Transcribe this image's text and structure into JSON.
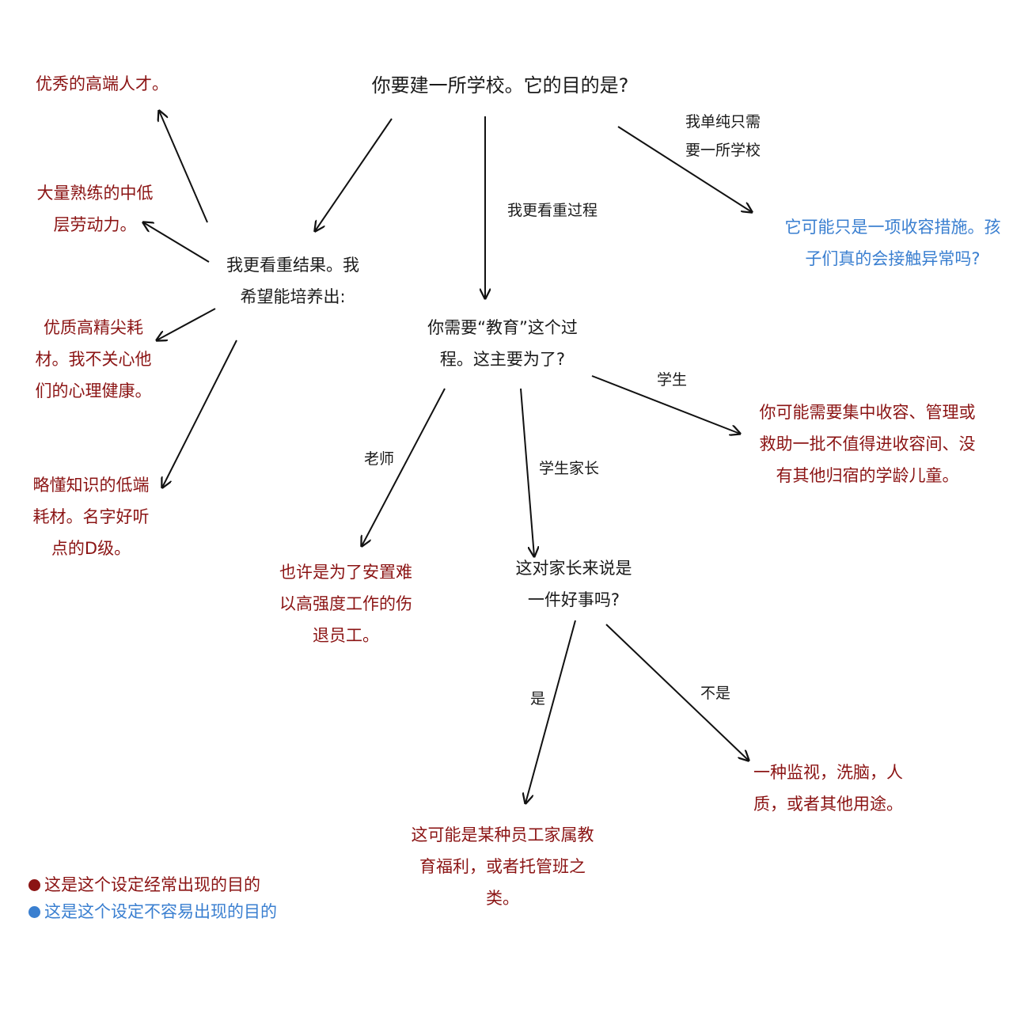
{
  "root": {
    "question": "你要建一所学校。它的目的是?"
  },
  "edges": {
    "simple_school": [
      "我单纯只需",
      "要一所学校"
    ],
    "process": "我更看重过程",
    "teacher": "老师",
    "parents": "学生家长",
    "students": "学生",
    "yes": "是",
    "no": "不是"
  },
  "nodes": {
    "results": [
      "我更看重结果。我",
      "希望能培养出:"
    ],
    "elite_talent": [
      "优秀的高端人才。"
    ],
    "skilled_labor": [
      "大量熟练的中低",
      "层劳动力。"
    ],
    "top_material": [
      "优质高精尖耗",
      "材。我不关心他",
      "们的心理健康。"
    ],
    "low_material": [
      "略懂知识的低端",
      "耗材。名字好听",
      "点的D级。"
    ],
    "containment": [
      "它可能只是一项收容措施。孩",
      "子们真的会接触异常吗?"
    ],
    "education": [
      "你需要“教育”这个过",
      "程。这主要为了?"
    ],
    "students_shelter": [
      "你可能需要集中收容、管理或",
      "救助一批不值得进收容间、没",
      "有其他归宿的学龄儿童。"
    ],
    "injured_staff": [
      "也许是为了安置难",
      "以高强度工作的伤",
      "退员工。"
    ],
    "good_for_parents": [
      "这对家长来说是",
      "一件好事吗?"
    ],
    "welfare": [
      "这可能是某种员工家属教",
      "育福利，或者托管班之",
      "类。"
    ],
    "surveillance": [
      "一种监视，洗脑，人",
      "质，或者其他用途。"
    ]
  },
  "legend": {
    "common": "这是这个设定经常出现的目的",
    "rare": "这是这个设定不容易出现的目的",
    "common_color": "#8b1414",
    "rare_color": "#3a7fd0"
  },
  "colors": {
    "common": "#8b1414",
    "rare": "#3a7fd0",
    "neutral": "#1a1a1a"
  }
}
